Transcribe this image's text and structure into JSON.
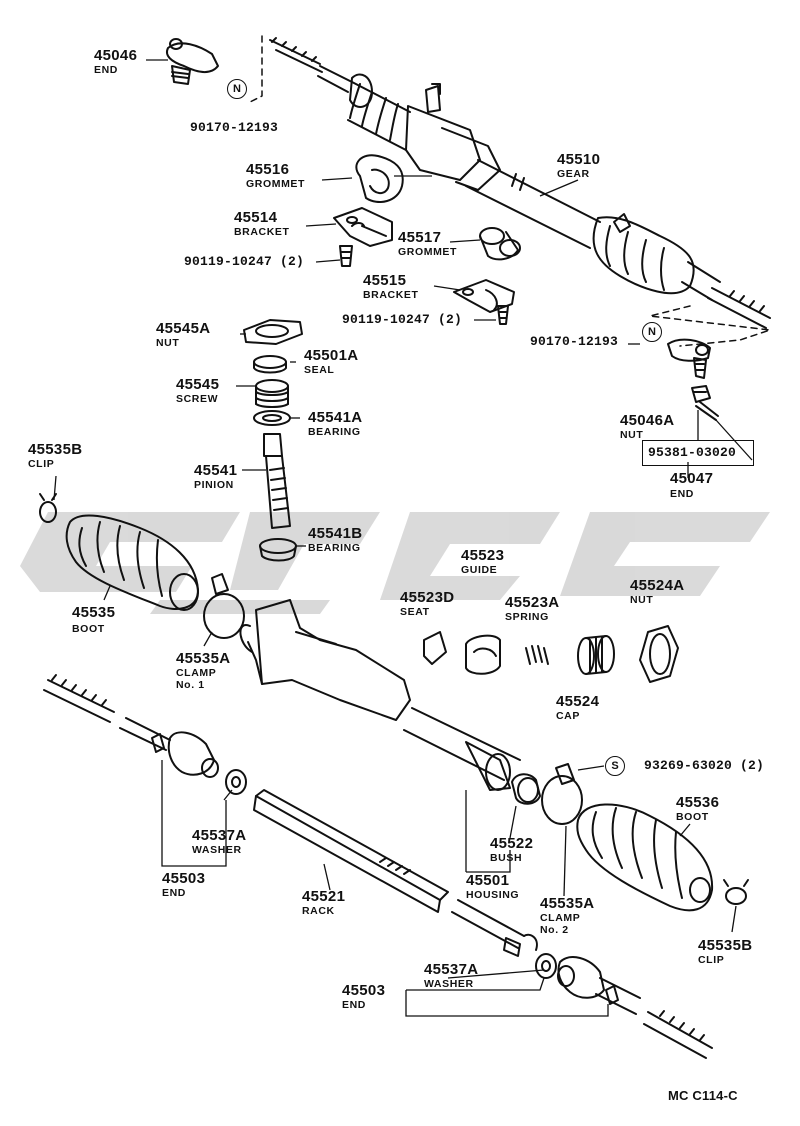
{
  "parts": {
    "p45046_end": {
      "no": "45046",
      "name": "END"
    },
    "p90170_top": {
      "no": "90170-12193",
      "badge": "N"
    },
    "p45516": {
      "no": "45516",
      "name": "GROMMET"
    },
    "p45514": {
      "no": "45514",
      "name": "BRACKET"
    },
    "p45510": {
      "no": "45510",
      "name": "GEAR"
    },
    "p45517": {
      "no": "45517",
      "name": "GROMMET"
    },
    "p90119_a": {
      "no": "90119-10247 (2)"
    },
    "p45515": {
      "no": "45515",
      "name": "BRACKET"
    },
    "p90119_b": {
      "no": "90119-10247 (2)"
    },
    "p45545A": {
      "no": "45545A",
      "name": "NUT"
    },
    "p90170_right": {
      "no": "90170-12193",
      "badge": "N"
    },
    "p45501A": {
      "no": "45501A",
      "name": "SEAL"
    },
    "p45545": {
      "no": "45545",
      "name": "SCREW"
    },
    "p45541A": {
      "no": "45541A",
      "name": "BEARING"
    },
    "p45046A": {
      "no": "45046A",
      "name": "NUT"
    },
    "p95381": {
      "no": "95381-03020"
    },
    "p45535B_top": {
      "no": "45535B",
      "name": "CLIP"
    },
    "p45541": {
      "no": "45541",
      "name": "PINION"
    },
    "p45047": {
      "no": "45047",
      "name": "END"
    },
    "p45541B": {
      "no": "45541B",
      "name": "BEARING"
    },
    "p45523": {
      "no": "45523",
      "name": "GUIDE"
    },
    "p45524A": {
      "no": "45524A",
      "name": "NUT"
    },
    "p45535": {
      "no": "45535",
      "name": "BOOT"
    },
    "p45523D": {
      "no": "45523D",
      "name": "SEAT"
    },
    "p45523A": {
      "no": "45523A",
      "name": "SPRING"
    },
    "p45535A_1": {
      "no": "45535A",
      "name": "CLAMP",
      "sub": "No. 1"
    },
    "p45524": {
      "no": "45524",
      "name": "CAP"
    },
    "p93269": {
      "no": "93269-63020 (2)",
      "badge": "S"
    },
    "p45536": {
      "no": "45536",
      "name": "BOOT"
    },
    "p45537A_a": {
      "no": "45537A",
      "name": "WASHER"
    },
    "p45522": {
      "no": "45522",
      "name": "BUSH"
    },
    "p45503_a": {
      "no": "45503",
      "name": "END"
    },
    "p45521": {
      "no": "45521",
      "name": "RACK"
    },
    "p45501": {
      "no": "45501",
      "name": "HOUSING"
    },
    "p45535A_2": {
      "no": "45535A",
      "name": "CLAMP",
      "sub": "No. 2"
    },
    "p45535B_bottom": {
      "no": "45535B",
      "name": "CLIP"
    },
    "p45537A_b": {
      "no": "45537A",
      "name": "WASHER"
    },
    "p45503_b": {
      "no": "45503",
      "name": "END"
    }
  },
  "footer": {
    "code": "MC  C114-C"
  },
  "colors": {
    "ink": "#111111",
    "watermark": "#d0d0d0",
    "paper": "#ffffff"
  }
}
